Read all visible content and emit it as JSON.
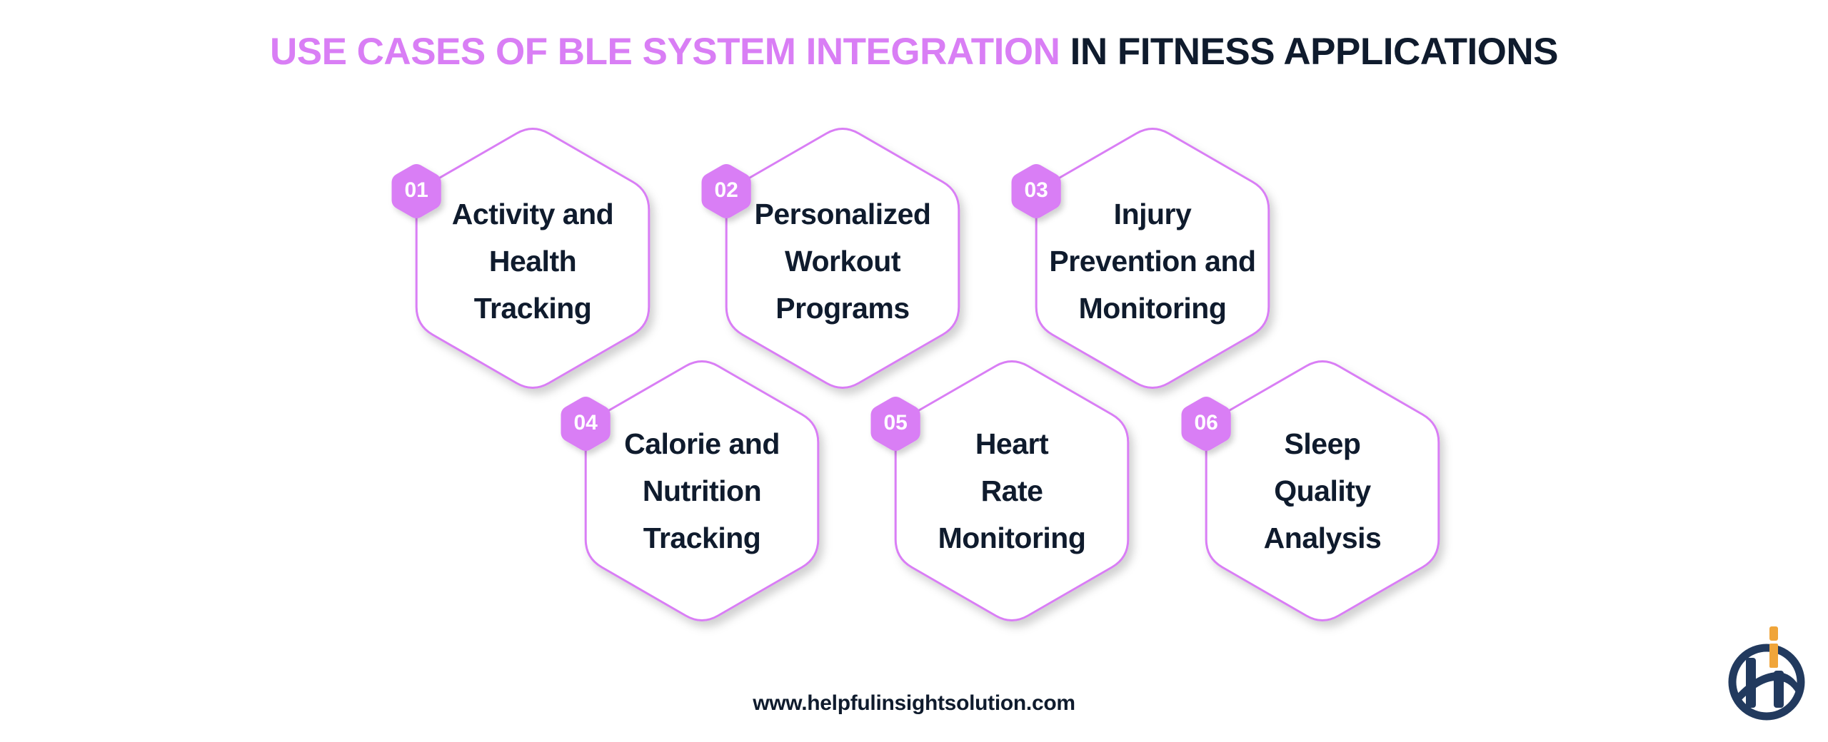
{
  "title": {
    "accent_text": "USE CASES OF BLE SYSTEM INTEGRATION",
    "dark_text": "IN FITNESS APPLICATIONS",
    "accent_color": "#d97ef5",
    "dark_color": "#0f1b2d"
  },
  "use_cases": [
    {
      "number": "01",
      "lines": [
        "Activity and",
        "Health",
        "Tracking"
      ]
    },
    {
      "number": "02",
      "lines": [
        "Personalized",
        "Workout",
        "Programs"
      ]
    },
    {
      "number": "03",
      "lines": [
        "Injury",
        "Prevention and",
        "Monitoring"
      ]
    },
    {
      "number": "04",
      "lines": [
        "Calorie and",
        "Nutrition",
        "Tracking"
      ]
    },
    {
      "number": "05",
      "lines": [
        "Heart",
        "Rate",
        "Monitoring"
      ]
    },
    {
      "number": "06",
      "lines": [
        "Sleep",
        "Quality",
        "Analysis"
      ]
    }
  ],
  "colors": {
    "hex_border": "#d97ef5",
    "badge_fill": "#d97ef5",
    "text": "#0f1b2d",
    "logo_navy": "#223a5e",
    "logo_orange": "#f0a53a"
  },
  "footer": {
    "url": "www.helpfulinsightsolution.com"
  },
  "logo": {
    "icon": "helpful-insight-logo-icon"
  }
}
